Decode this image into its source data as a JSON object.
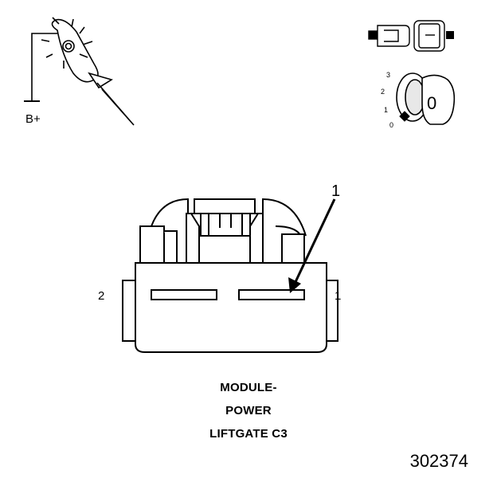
{
  "probe": {
    "label": "B+"
  },
  "ignition": {
    "positions": [
      "3",
      "2",
      "1",
      "0"
    ],
    "key_label": "0"
  },
  "connector": {
    "callout": "1",
    "pin_left": "2",
    "pin_right": "1"
  },
  "caption": {
    "line1": "MODULE-",
    "line2": "POWER",
    "line3": "LIFTGATE C3"
  },
  "figure_number": "302374"
}
